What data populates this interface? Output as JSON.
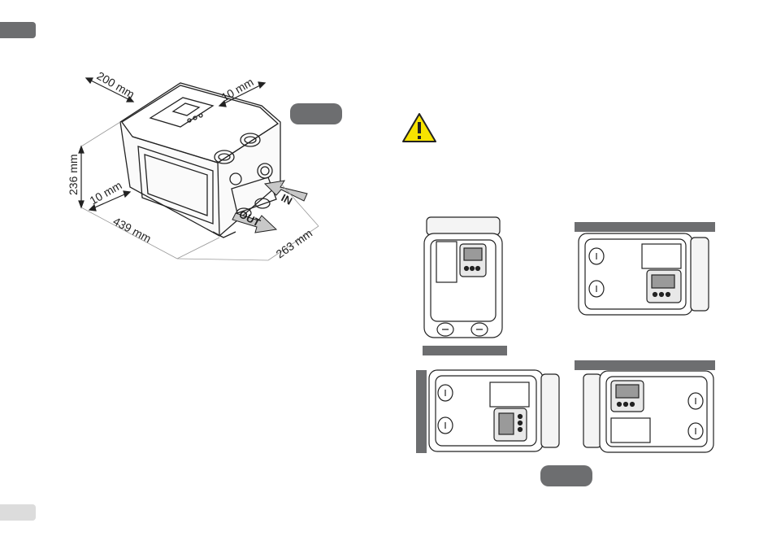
{
  "dimensions": {
    "width_top": "200 mm",
    "clearance_top": "10 mm",
    "height": "236 mm",
    "clearance_side": "10 mm",
    "length": "439 mm",
    "depth": "263 mm"
  },
  "ports": {
    "in_label": "IN",
    "out_label": "OUT"
  },
  "colors": {
    "pill": "#6d6e70",
    "wall": "#6d6e70",
    "warning_fill": "#f7e300",
    "line": "#222222"
  },
  "icons": {
    "warning": "warning-triangle-icon"
  }
}
